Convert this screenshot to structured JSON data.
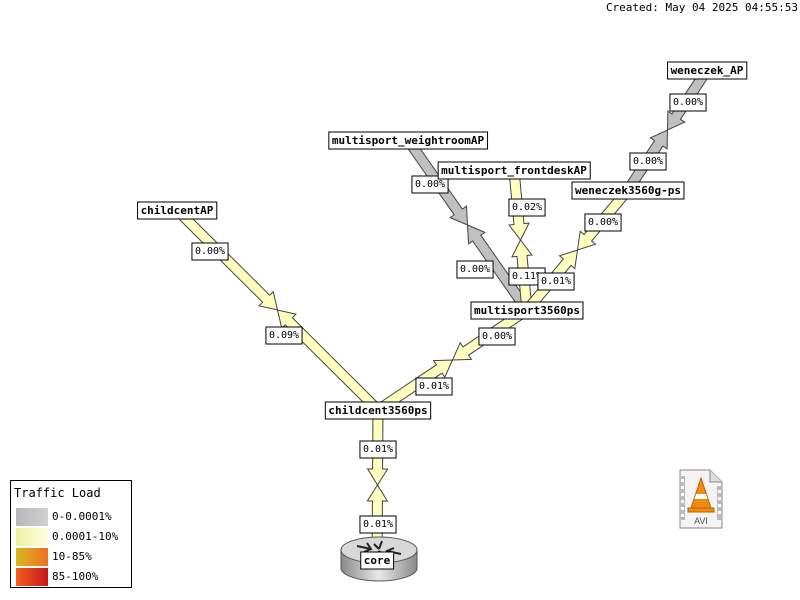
{
  "timestamp": "Created: May 04 2025 04:55:53",
  "legend": {
    "title": "Traffic Load",
    "items": [
      {
        "label": "0-0.0001%",
        "color": "#c0c0c0"
      },
      {
        "label": "0.0001-10%",
        "color": "#ffffc0"
      },
      {
        "label": "10-85%",
        "color": "#f0a030"
      },
      {
        "label": "85-100%",
        "color": "#e03020"
      }
    ]
  },
  "colors": {
    "low": "#ffffc0",
    "idle": "#c0c0c0"
  },
  "nodes": {
    "weneczek_AP": "weneczek_AP",
    "multisport_weightroomAP": "multisport_weightroomAP",
    "multisport_frontdeskAP": "multisport_frontdeskAP",
    "weneczek3560g_ps": "weneczek3560g-ps",
    "childcentAP": "childcentAP",
    "multisport3560ps": "multisport3560ps",
    "childcent3560ps": "childcent3560ps",
    "core": "core"
  },
  "links": {
    "weneczek_ap_out": {
      "label": "0.00%",
      "color": "idle"
    },
    "weneczek_ap_in": {
      "label": "0.00%",
      "color": "idle"
    },
    "weightroom_out": {
      "label": "0.00%",
      "color": "idle"
    },
    "weightroom_in": {
      "label": "0.00%",
      "color": "idle"
    },
    "frontdesk_out": {
      "label": "0.02%",
      "color": "low"
    },
    "frontdesk_in": {
      "label": "0.11%",
      "color": "low"
    },
    "weneczek_ps_out": {
      "label": "0.00%",
      "color": "low"
    },
    "weneczek_ps_in": {
      "label": "0.01%",
      "color": "low"
    },
    "childcentap_out": {
      "label": "0.00%",
      "color": "low"
    },
    "childcentap_in": {
      "label": "0.09%",
      "color": "low"
    },
    "multisport_out": {
      "label": "0.00%",
      "color": "low"
    },
    "multisport_in": {
      "label": "0.01%",
      "color": "low"
    },
    "core_out": {
      "label": "0.01%",
      "color": "low"
    },
    "core_in": {
      "label": "0.01%",
      "color": "low"
    }
  },
  "icons": {
    "video": "avi-file-icon",
    "router": "router-icon"
  },
  "avi_label": "AVI"
}
